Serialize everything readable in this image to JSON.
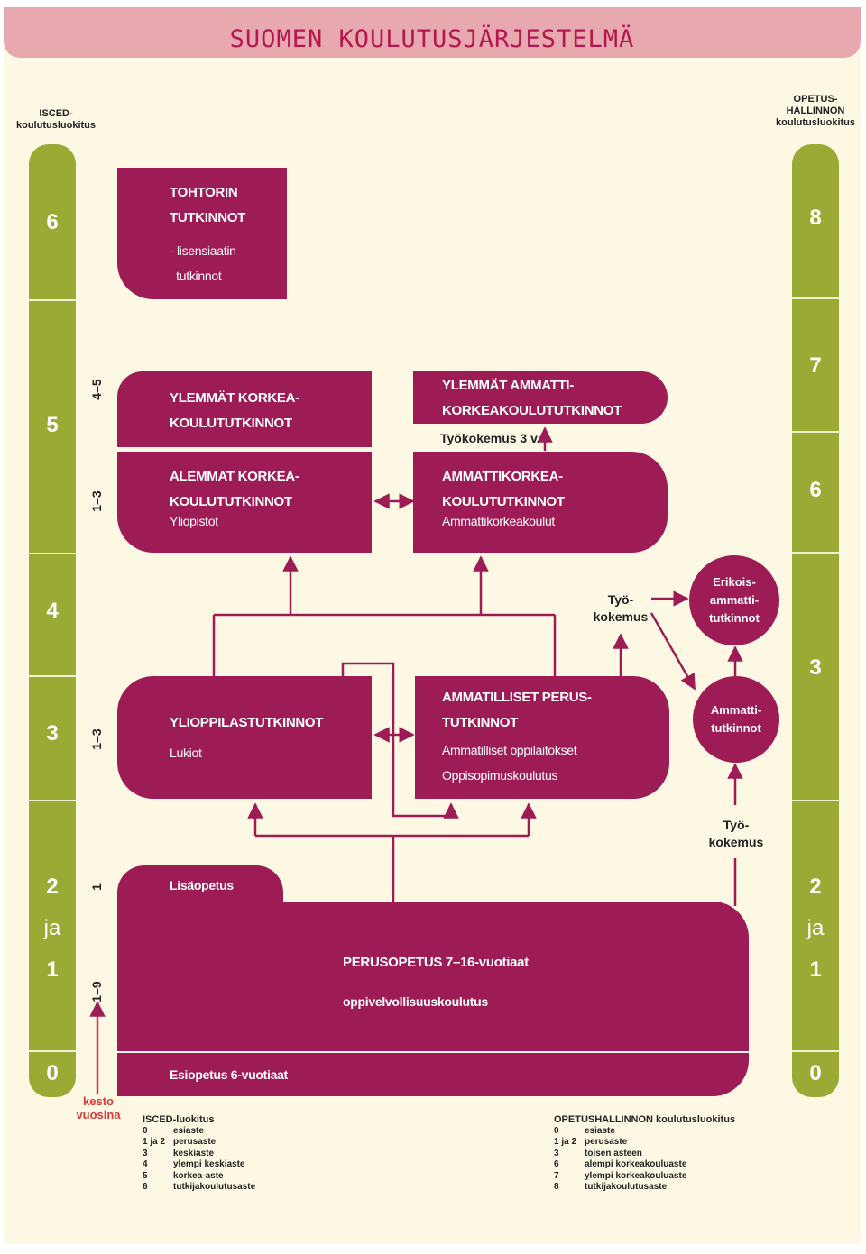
{
  "title": "SUOMEN KOULUTUSJÄRJESTELMÄ",
  "left_header": "ISCED-\nkoulutusluokitus",
  "right_header": "OPETUS-\nHALLINNON\nkoulutusluokitus",
  "left_levels": [
    "6",
    "5",
    "4",
    "3",
    "2",
    "ja",
    "1",
    "0"
  ],
  "right_levels": [
    "8",
    "7",
    "6",
    "3",
    "2",
    "ja",
    "1",
    "0"
  ],
  "years": {
    "y45": "4–5",
    "y13a": "1–3",
    "y13b": "1–3",
    "y1": "1",
    "y19": "1–9"
  },
  "boxes": {
    "tohtori": {
      "title": "TOHTORIN\nTUTKINNOT",
      "sub": "- lisensiaatin\n  tutkinnot"
    },
    "ylemmat_korkea": {
      "title": "YLEMMÄT KORKEA-\nKOULUTUTKINNOT"
    },
    "ylemmat_amk": {
      "title": "YLEMMÄT AMMATTI-\nKORKEAKOULUTUTKINNOT"
    },
    "alemmat_korkea": {
      "title": "ALEMMAT KORKEA-\nKOULUTUTKINNOT",
      "sub": "Yliopistot"
    },
    "amk": {
      "title": "AMMATTIKORKEA-\nKOULUTUTKINNOT",
      "sub": "Ammattikorkeakoulut"
    },
    "ylioppilas": {
      "title": "YLIOPPILASTUTKINNOT",
      "sub": "Lukiot"
    },
    "ammatilliset": {
      "title": "AMMATILLISET PERUS-\nTUTKINNOT",
      "sub": "Ammatilliset oppilaitokset\nOppisopimuskoulutus"
    },
    "lisaopetus": {
      "title": "Lisäopetus"
    },
    "perusopetus": {
      "title": "PERUSOPETUS 7–16-vuotiaat",
      "sub": "oppivelvollisuuskoulutus"
    },
    "esiopetus": {
      "title": "Esiopetus 6-vuotiaat"
    }
  },
  "circles": {
    "erikois": "Erikois-\nammatti-\ntutkinnot",
    "ammatti": "Ammatti-\ntutkinnot"
  },
  "labels": {
    "tyokokemus3": "Työkokemus 3 v.",
    "tyokokemus_a": "Työ-\nkokemus",
    "tyokokemus_b": "Työ-\nkokemus",
    "kesto": "kesto\nvuosina"
  },
  "legend_isced": {
    "heading": "ISCED-luokitus",
    "rows": [
      [
        "0",
        "esiaste"
      ],
      [
        "1 ja 2",
        "perusaste"
      ],
      [
        "3",
        "keskiaste"
      ],
      [
        "4",
        "ylempi keskiaste"
      ],
      [
        "5",
        "korkea-aste"
      ],
      [
        "6",
        "tutkijakoulutusaste"
      ]
    ]
  },
  "legend_oph": {
    "heading": "OPETUSHALLINNON koulutusluokitus",
    "rows": [
      [
        "0",
        "esiaste"
      ],
      [
        "1 ja 2",
        "perusaste"
      ],
      [
        "3",
        "toisen asteen"
      ],
      [
        "6",
        "alempi korkeakouluaste"
      ],
      [
        "7",
        "ylempi korkeakouluaste"
      ],
      [
        "8",
        "tutkijakoulutusaste"
      ]
    ]
  },
  "colors": {
    "box": "#9e1c55",
    "column": "#9aaa35",
    "title_band": "#e8a8b0",
    "background": "#fdf8e3"
  }
}
